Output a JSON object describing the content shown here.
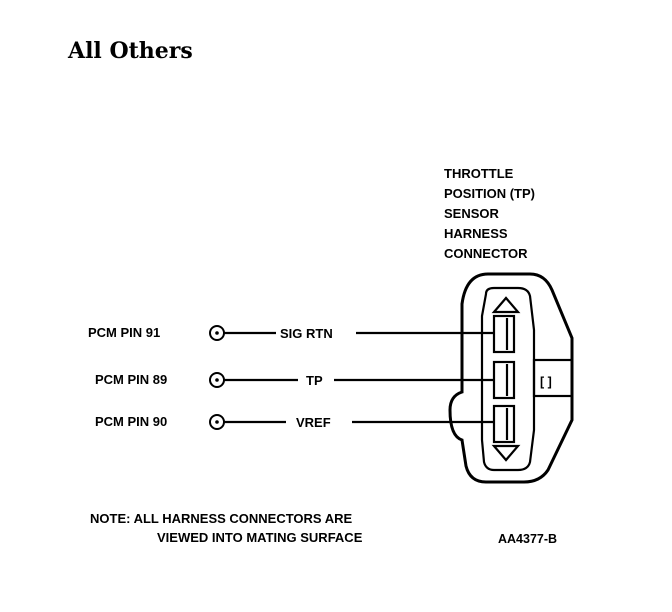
{
  "title": "All Others",
  "connector_label": [
    "THROTTLE",
    "POSITION (TP)",
    "SENSOR",
    "HARNESS",
    "CONNECTOR"
  ],
  "pins": [
    {
      "pcm": "PCM PIN 91",
      "signal": "SIG RTN"
    },
    {
      "pcm": "PCM PIN 89",
      "signal": "TP"
    },
    {
      "pcm": "PCM PIN 90",
      "signal": "VREF"
    }
  ],
  "note": [
    "NOTE: ALL HARNESS CONNECTORS ARE",
    "VIEWED INTO MATING SURFACE"
  ],
  "figure_code": "AA4377-B"
}
